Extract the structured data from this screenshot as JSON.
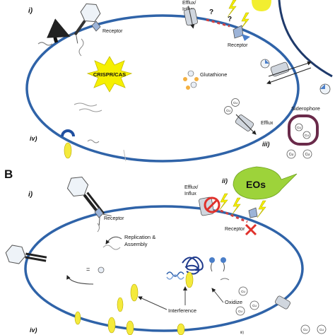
{
  "panel_a": {
    "roman_i": "i)",
    "receptor_left": "Receptor",
    "efflux_influx_line1": "Efflux/",
    "efflux_influx_line2": "Influx",
    "question_mark": "?",
    "receptor_right": "Receptor",
    "crispr": "CRISPR/CAS",
    "glutathione": "Glutathione",
    "copper_ion": "Cu",
    "efflux": "Efflux",
    "siderophore": "Siderophore",
    "roman_iii": "iii)",
    "roman_iv": "iv)"
  },
  "panel_b": {
    "letter": "B",
    "roman_i": "i)",
    "roman_ii": "ii)",
    "efflux_influx_line1": "Efflux/",
    "efflux_influx_line2": "Influx",
    "eos": "EOs",
    "receptor_left": "Receptor",
    "receptor_right": "Receptor",
    "replication_line1": "Replication &",
    "replication_line2": "Assembly",
    "interference": "Interference",
    "oxidize": "Oxidize",
    "copper_ion": "Cu",
    "roman_iv": "iv)",
    "roman_iii": "iii)"
  },
  "colors": {
    "membrane": "#2f63a8",
    "burst_yellow": "#f6f000",
    "eos_green": "#9dd33a",
    "inhibit_red": "#e0312b",
    "siderophore_ring": "#6a2a4a"
  }
}
